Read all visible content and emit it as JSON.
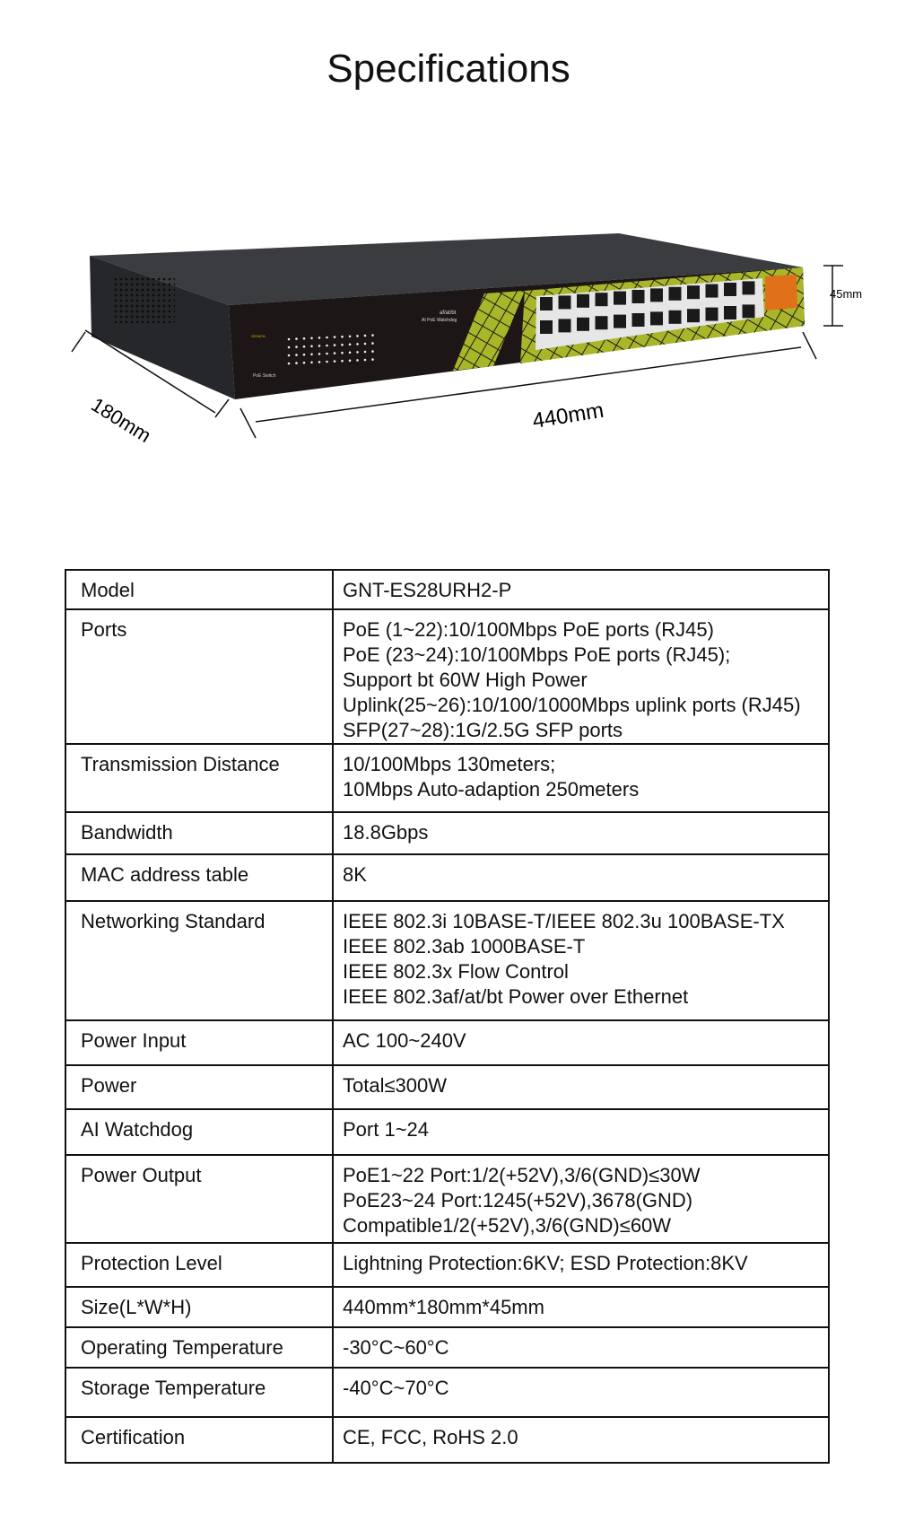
{
  "title": "Specifications",
  "device": {
    "dimensions": {
      "length": "440mm",
      "width": "180mm",
      "height": "45mm"
    },
    "front_label_top": "af/at/bt",
    "front_label_sub": "AI PoE Watchdog",
    "brand": "GENATA",
    "panel_label": "PoE Switch",
    "colors": {
      "body": "#2b2d30",
      "panel": "#1c1716",
      "accent": "#a9b629",
      "uplink": "#e0701a"
    }
  },
  "specs": [
    {
      "key": "Model",
      "values": [
        "GNT-ES28URH2-P"
      ]
    },
    {
      "key": "Ports",
      "values": [
        "PoE (1~22):10/100Mbps PoE ports (RJ45)",
        "PoE (23~24):10/100Mbps PoE ports (RJ45);",
        "Support bt 60W High Power",
        "Uplink(25~26):10/100/1000Mbps uplink ports (RJ45)",
        "SFP(27~28):1G/2.5G SFP ports"
      ]
    },
    {
      "key": "Transmission Distance",
      "values": [
        "10/100Mbps 130meters;",
        "10Mbps Auto-adaption 250meters"
      ]
    },
    {
      "key": "Bandwidth",
      "values": [
        "18.8Gbps"
      ]
    },
    {
      "key": "MAC address table",
      "values": [
        "8K"
      ]
    },
    {
      "key": "Networking Standard",
      "values": [
        "IEEE 802.3i 10BASE-T/IEEE 802.3u 100BASE-TX",
        "IEEE 802.3ab 1000BASE-T",
        "IEEE 802.3x Flow Control",
        "IEEE 802.3af/at/bt Power over Ethernet"
      ]
    },
    {
      "key": "Power Input",
      "values": [
        "AC 100~240V"
      ]
    },
    {
      "key": "Power",
      "values": [
        "Total≤300W"
      ]
    },
    {
      "key": "AI Watchdog",
      "values": [
        "Port 1~24"
      ]
    },
    {
      "key": "Power Output",
      "values": [
        "PoE1~22 Port:1/2(+52V),3/6(GND)≤30W",
        "PoE23~24 Port:1245(+52V),3678(GND)",
        "Compatible1/2(+52V),3/6(GND)≤60W"
      ]
    },
    {
      "key": "Protection Level",
      "values": [
        "Lightning Protection:6KV; ESD Protection:8KV"
      ]
    },
    {
      "key": "Size(L*W*H)",
      "values": [
        "440mm*180mm*45mm"
      ]
    },
    {
      "key": "Operating Temperature",
      "values": [
        "-30°C~60°C"
      ]
    },
    {
      "key": "Storage Temperature",
      "values": [
        "-40°C~70°C"
      ]
    },
    {
      "key": "Certification",
      "values": [
        "CE, FCC, RoHS 2.0"
      ]
    }
  ]
}
